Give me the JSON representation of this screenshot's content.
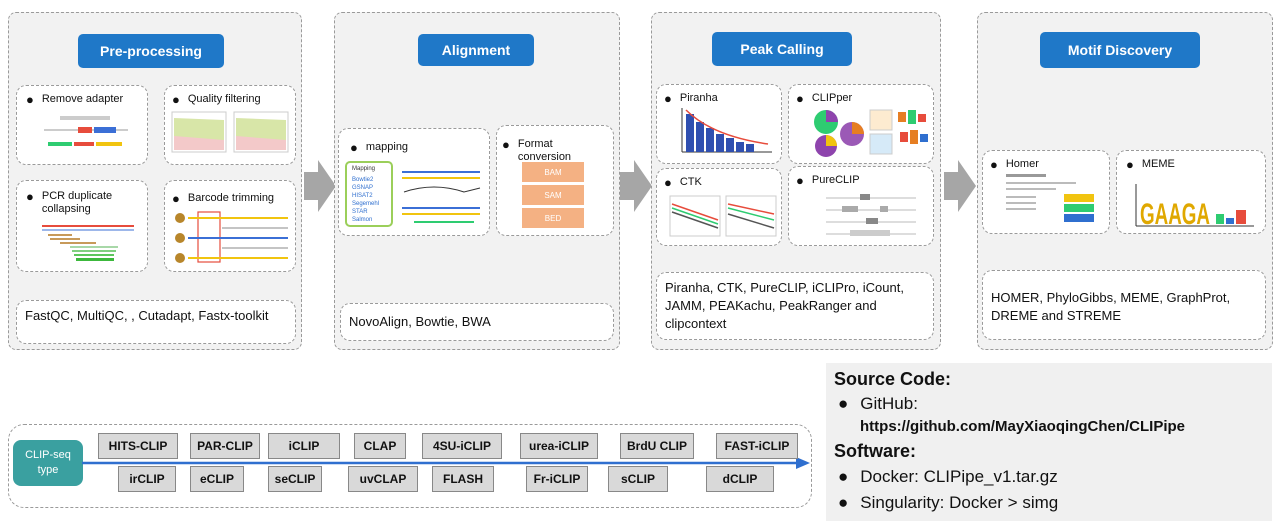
{
  "stages": [
    {
      "title": "Pre-processing",
      "tools": "FastQC, MultiQC, , Cutadapt, Fastx-toolkit",
      "steps": [
        "Remove adapter",
        "Quality filtering",
        "PCR duplicate collapsing",
        "Barcode trimming"
      ]
    },
    {
      "title": "Alignment",
      "tools": "NovoAlign, Bowtie, BWA",
      "steps": [
        "mapping",
        "Format conversion"
      ],
      "formats": [
        "BAM",
        "SAM",
        "BED"
      ],
      "mapping_tools": [
        "Mapping",
        "Bowtie2",
        "GSNAP",
        "HISAT2",
        "Segemehl",
        "STAR",
        "Salmon"
      ]
    },
    {
      "title": "Peak Calling",
      "tools": "Piranha, CTK, PureCLIP, iCLIPro, iCount, JAMM, PEAKachu, PeakRanger and clipcontext",
      "steps": [
        "Piranha",
        "CLIPper",
        "CTK",
        "PureCLIP"
      ]
    },
    {
      "title": "Motif Discovery",
      "tools": "HOMER, PhyloGibbs, MEME, GraphProt, DREME and STREME",
      "steps": [
        "Homer",
        "MEME"
      ],
      "logo_text": "GAAGA"
    }
  ],
  "clip_seq": {
    "label_line1": "CLIP-seq",
    "label_line2": "type",
    "row1": [
      "HITS-CLIP",
      "PAR-CLIP",
      "iCLIP",
      "CLAP",
      "4SU-iCLIP",
      "urea-iCLIP",
      "BrdU CLIP",
      "FAST-iCLIP"
    ],
    "row2": [
      "irCLIP",
      "eCLIP",
      "seCLIP",
      "uvCLAP",
      "FLASH",
      "Fr-iCLIP",
      "sCLIP",
      "dCLIP"
    ]
  },
  "source": {
    "heading": "Source Code:",
    "github_label": "GitHub:",
    "github_url": "https://github.com/MayXiaoqingChen/CLIPipe",
    "software_heading": "Software:",
    "docker": "Docker: CLIPipe_v1.tar.gz",
    "singularity": "Singularity: Docker > simg"
  },
  "bullet": "●",
  "colors": {
    "title_blue": "#1f78c8",
    "arrow_gray": "#a6a6a6",
    "format_orange": "#f4b183",
    "clip_teal": "#3aa0a0",
    "timeline_blue": "#2f6fcf"
  }
}
